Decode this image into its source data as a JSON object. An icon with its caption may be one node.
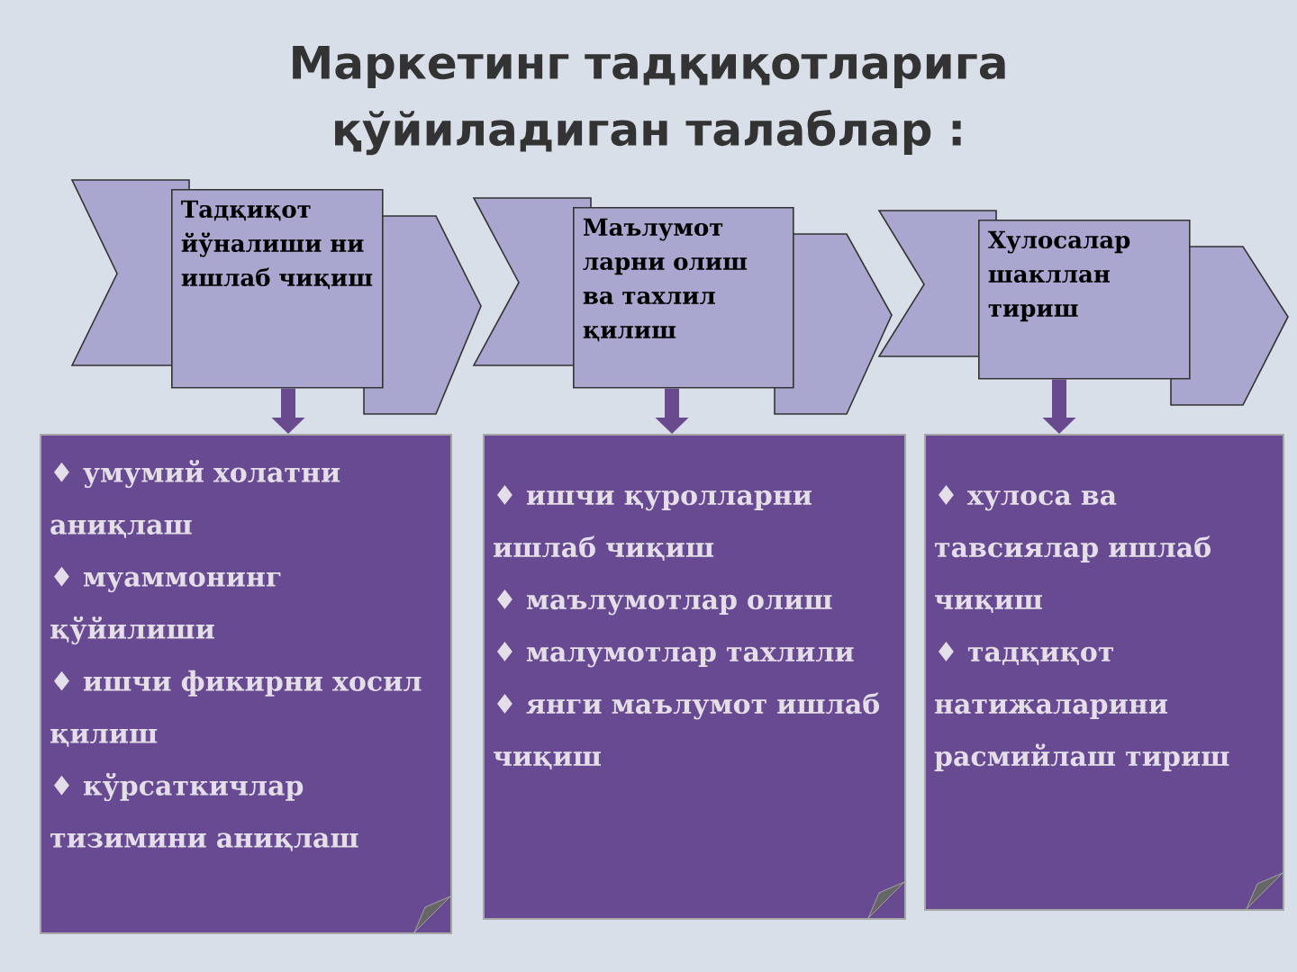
{
  "diagram": {
    "title": "Маркетинг тадқиқотларига қўйиладиган талаблар :",
    "nodes": [
      {
        "text": [
          "Тадқиқот йўналиши ни ишлаб чиқиш"
        ]
      },
      {
        "text": [
          "Маълумот ларни олиш ва тахлил қилиш"
        ]
      },
      {
        "text": [
          "Хулосалар шакллан тириш"
        ]
      },
      {
        "text": [
          "♦ умумий холатни аниқлаш",
          "♦ муаммонинг қўйилиши",
          "♦ ишчи фикирни хосил қилиш",
          "♦ кўрсаткичлар тизимини аниқлаш"
        ]
      },
      {
        "text": [
          "♦ ишчи қуролларни ишлаб чиқиш",
          "♦ маълумотлар олиш",
          "♦ малумотлар тахлили",
          "♦ янги маълумот ишлаб чиқиш"
        ]
      },
      {
        "text": [
          "♦ хулоса ва тавсиялар ишлаб чиқиш",
          "♦ тадқиқот натижаларини расмийлаш тириш"
        ]
      }
    ],
    "edges": [
      {
        "from": 0,
        "to": 3,
        "arrow": "to"
      },
      {
        "from": 1,
        "to": 4,
        "arrow": "to"
      },
      {
        "from": 2,
        "to": 5,
        "arrow": "to"
      }
    ]
  }
}
